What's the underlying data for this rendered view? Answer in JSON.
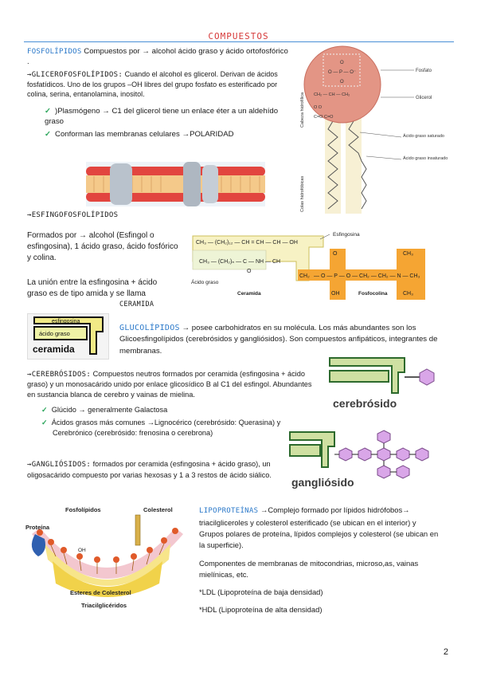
{
  "title": "COMPUESTOS",
  "fosfo": {
    "kw": "FOSFOLÍPIDOS",
    "text": "Compuestos por → alcohol ácido graso y ácido ortofosfórico .",
    "glicero_kw": "→GLICEROFOSFOLÍPIDOS:",
    "glicero_text": "Cuando el alcohol es glicerol. Derivan de ácidos fosfatídicos. Uno de los grupos –OH libres del grupo fosfato es esterificado por colina, serina, entanolamina, inositol.",
    "bullets": [
      ")Plasmógeno → C1 del glicerol tiene un enlace éter a un aldehído graso",
      "Conforman las membranas celulares →POLARIDAD"
    ]
  },
  "fig_phospho": {
    "head_label": "Cabeza hidrofílica",
    "tail_label": "Colas hidrofóbicas",
    "fosfato": "Fosfato",
    "glicerol": "Glicerol",
    "sat": "Ácido graso saturado",
    "insat": "Ácido graso insaturado"
  },
  "esfingo": {
    "kw": "→ESFINGOFOSFOLÍPIDOS",
    "text": "Formados por → alcohol (Esfingol o esfingosina), 1 ácido graso, ácido fosfórico y colina.",
    "union": "La unión entre la esfingosina + ácido graso es de tipo amida y se llama",
    "ceramida_kw": "CERAMIDA"
  },
  "fig_sphingo": {
    "esfingosina": "Esfingosina",
    "acido_graso": "Ácido graso",
    "ceramida": "Ceramida",
    "fosfocolina": "Fosfocolina",
    "line1": "CH₃ — (CH₂)₁₂ — CH = CH — CH — OH",
    "line2": "CH₃ — (CH₂)ₙ — C — NH — CH",
    "o_label": "O",
    "ch2_label": "CH₂"
  },
  "ceramida_box": {
    "esfingosina": "esfingosina",
    "acido": "ácido graso",
    "label": "ceramida"
  },
  "gluco": {
    "kw": "GLUCOLÍPIDOS",
    "text": "→ posee carbohidratos en su molécula. Los más abundantes son los Glicoesfingolípidos (cerebrósidos y gangliósidos). Son compuestos anfipáticos, integrantes de membranas."
  },
  "cerebro": {
    "kw": "→CEREBRÓSIDOS:",
    "text": "Compuestos neutros formados por ceramida (esfingosina + ácido graso) y un monosacárido unido por enlace glicosídico B al C1 del esfingol. Abundantes en sustancia blanca de cerebro y vainas de mielina.",
    "bullets": [
      "Glúcido → generalmente Galactosa",
      "Ácidos grasos más comunes →Lignocérico (cerebrósido: Querasina) y Cerebrónico (cerebrósido: frenosina o cerebrona)"
    ],
    "fig_label": "cerebrósido"
  },
  "ganglio": {
    "kw": "→GANGLIÓSIDOS:",
    "text": "formados por ceramida (esfingosina + ácido graso), un oligosacárido compuesto por varias hexosas y 1 a 3 restos de ácido siálico.",
    "fig_label": "gangliósido"
  },
  "lipo": {
    "kw": "LIPOPROTEÍNAS",
    "text": "→Complejo formado por lípidos hidrófobos→ triacilgliceroles y colesterol esterificado (se ubican en el interior) y Grupos polares de proteína, lípidos complejos y colesterol (se ubican en la superficie).",
    "p2": "Componentes de membranas de mitocondrias, microso,as, vainas mielínicas, etc.",
    "ldl": "*LDL (Lipoproteína de baja densidad)",
    "hdl": "*HDL (Lipoproteína de alta densidad)"
  },
  "fig_lipo": {
    "fosfolipidos": "Fosfolípidos",
    "colesterol": "Colesterol",
    "proteina": "Proteína",
    "esteres": "Esteres de Colesterol",
    "triacil": "Triacilglicéridos",
    "oh": "OH"
  },
  "page_number": "2"
}
